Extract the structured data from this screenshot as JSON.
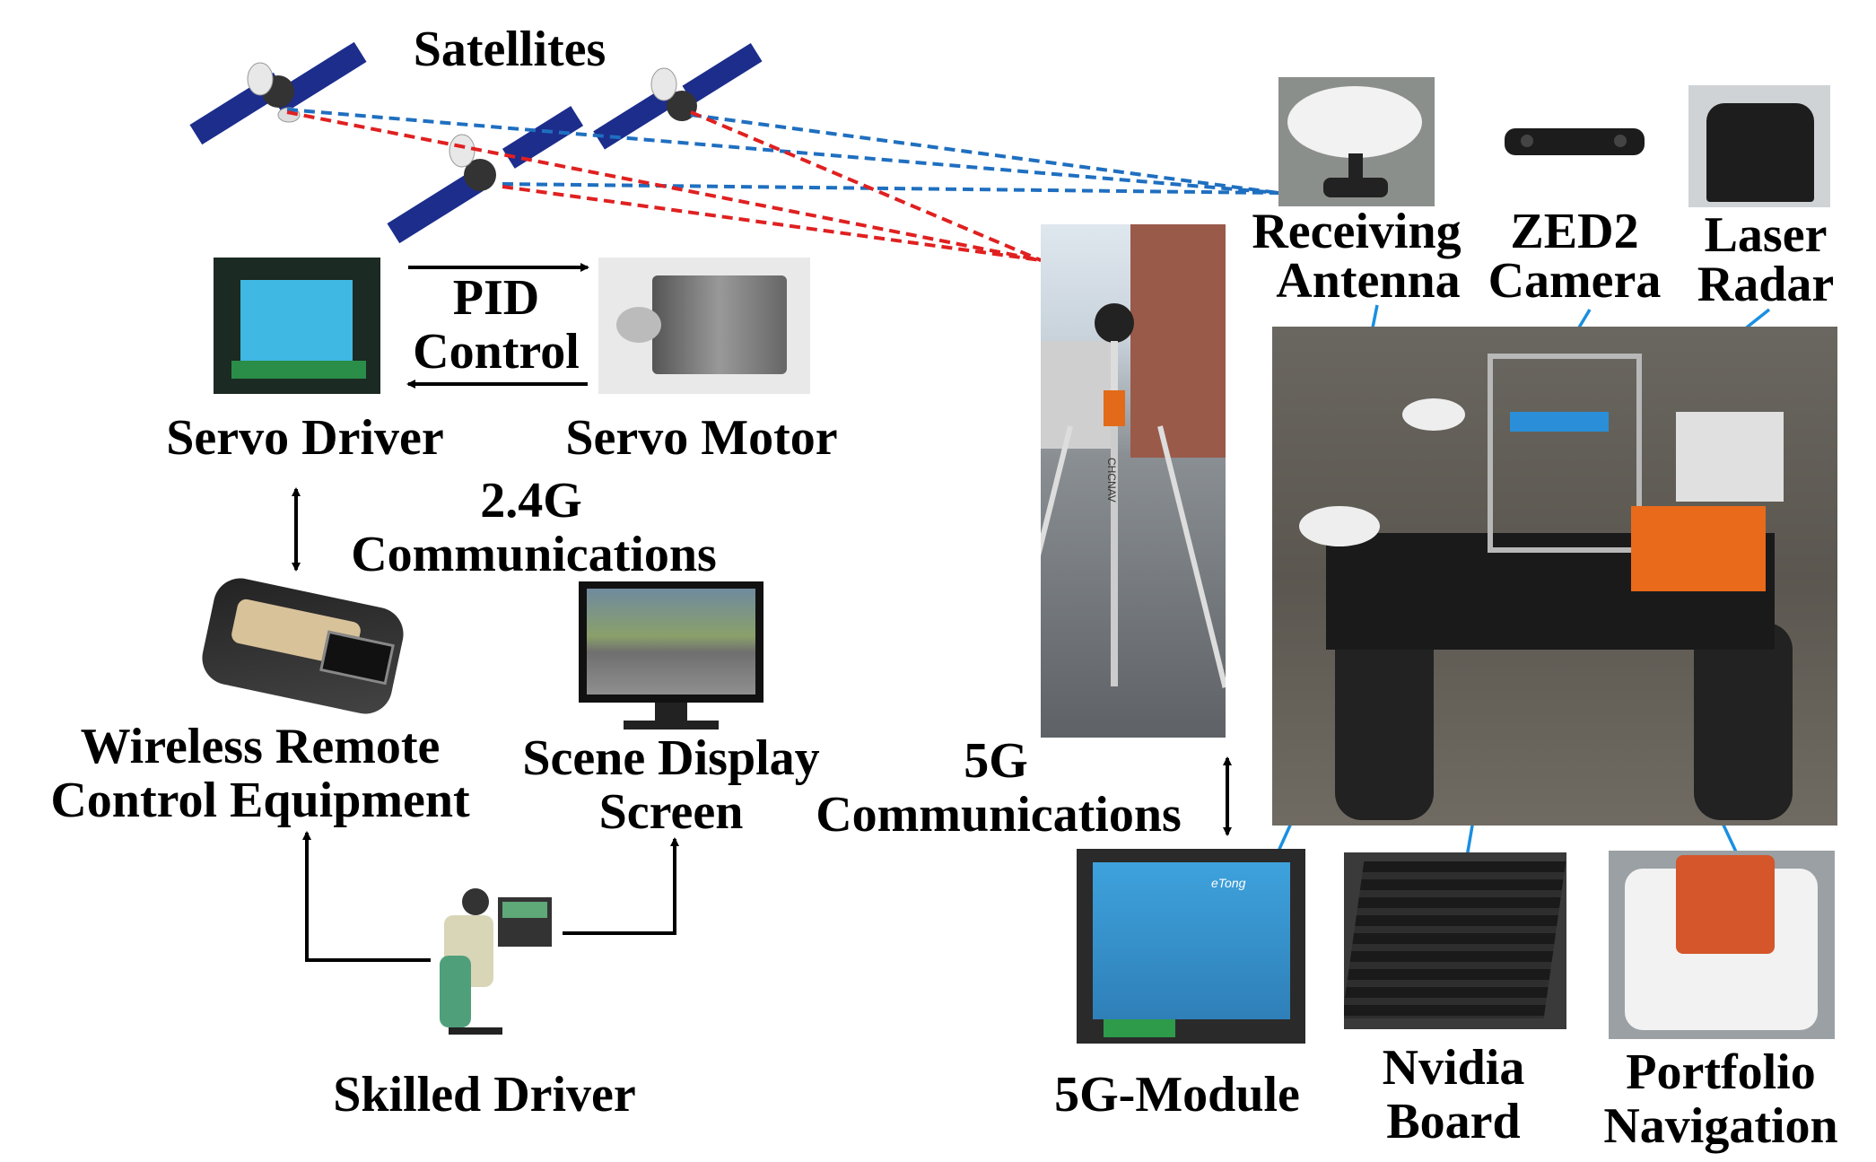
{
  "labels": {
    "satellites": "Satellites",
    "receiving_antenna_1": "Receiving",
    "receiving_antenna_2": "Antenna",
    "zed2_1": "ZED2",
    "zed2_2": "Camera",
    "laser_1": "Laser",
    "laser_2": "Radar",
    "pid_1": "PID",
    "pid_2": "Control",
    "servo_driver": "Servo Driver",
    "servo_motor": "Servo Motor",
    "comm24_1": "2.4G",
    "comm24_2": "Communications",
    "wireless_1": "Wireless Remote",
    "wireless_2": "Control Equipment",
    "scene_1": "Scene Display",
    "scene_2": "Screen",
    "comm5g_1": "5G",
    "comm5g_2": "Communications",
    "skilled_driver": "Skilled Driver",
    "module5g": "5G-Module",
    "nvidia_1": "Nvidia",
    "nvidia_2": "Board",
    "portfolio_1": "Portfolio",
    "portfolio_2": "Navigation"
  },
  "device_text": {
    "tripod_brand": "CHCNAV",
    "module_brand": "eTong"
  },
  "colors": {
    "blue_link": "#1f6fc0",
    "red_link": "#e02020",
    "callout": "#1a8fe0"
  }
}
